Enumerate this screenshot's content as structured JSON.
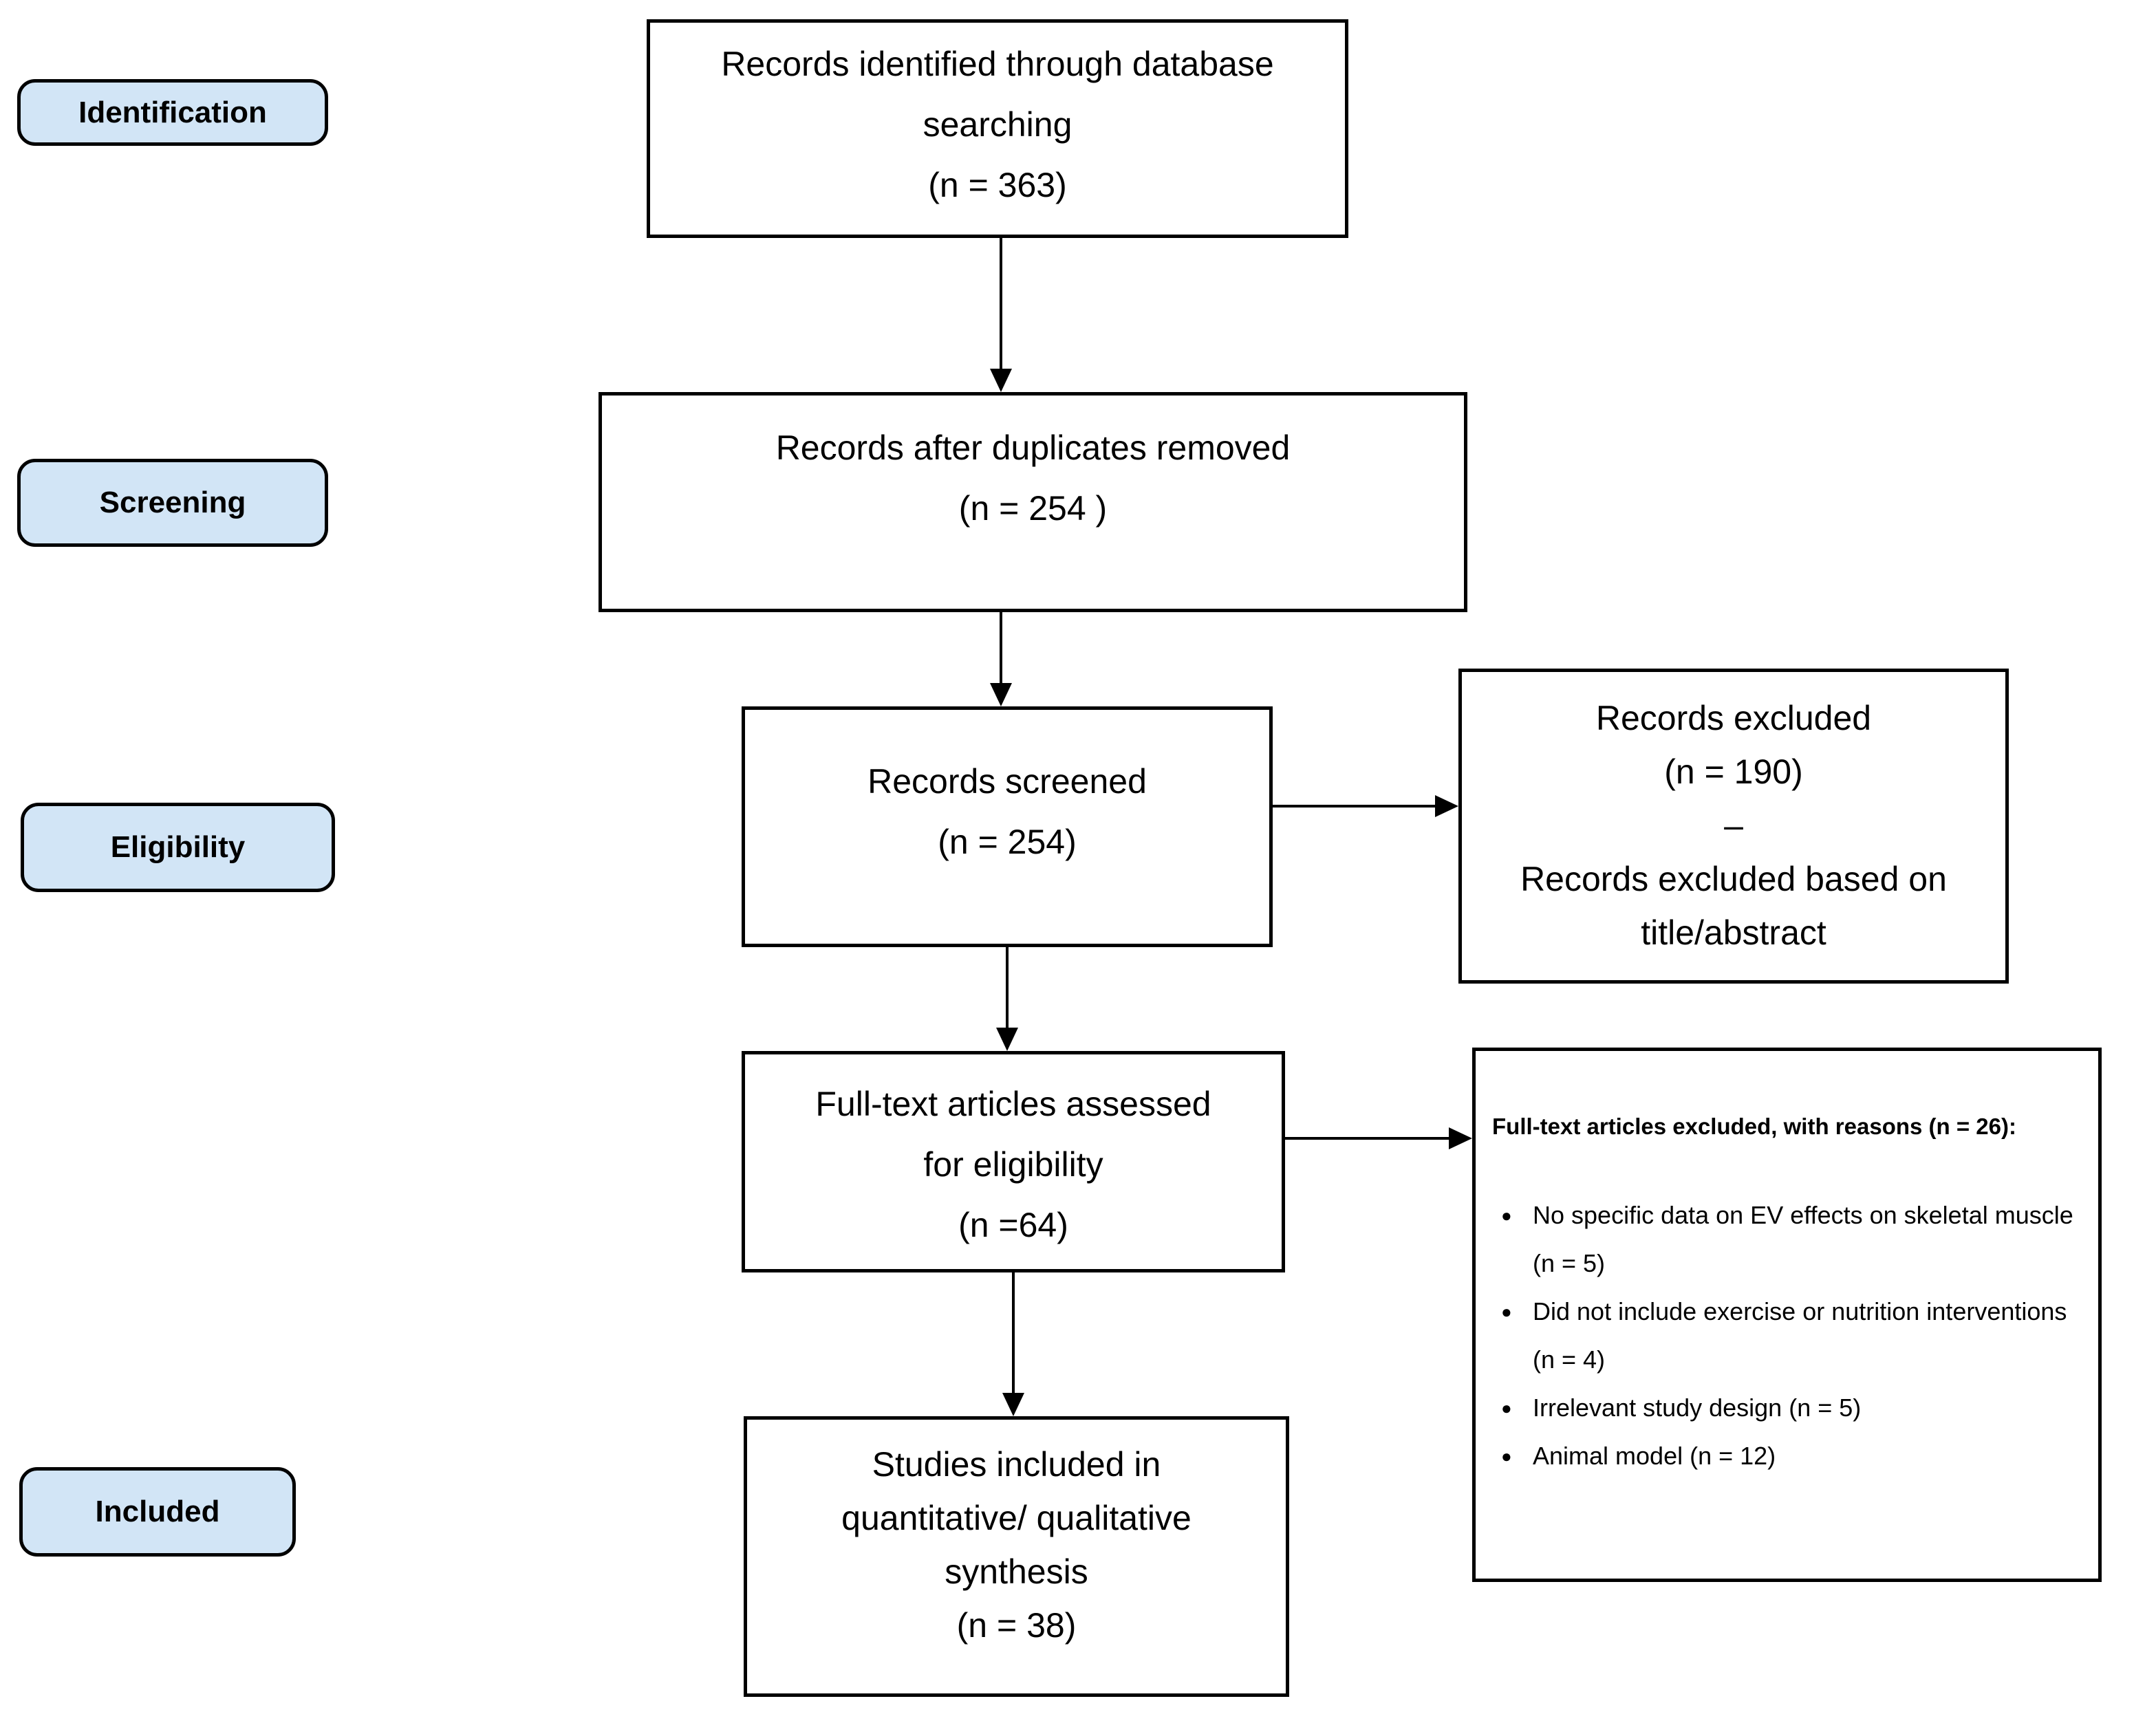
{
  "stages": [
    {
      "label": "Identification"
    },
    {
      "label": "Screening"
    },
    {
      "label": "Eligibility"
    },
    {
      "label": "Included"
    }
  ],
  "flow_boxes": [
    {
      "name": "records-identified",
      "lines": [
        "Records identified through database",
        "searching",
        "(n = 363)"
      ]
    },
    {
      "name": "records-after-duplicates",
      "lines": [
        "Records after duplicates removed",
        "(n = 254 )"
      ]
    },
    {
      "name": "records-screened",
      "lines": [
        "Records screened",
        "(n = 254)"
      ]
    },
    {
      "name": "fulltext-assessed",
      "lines": [
        "Full-text articles assessed",
        "for eligibility",
        "(n =64)"
      ]
    },
    {
      "name": "studies-included",
      "lines": [
        "Studies included in",
        "quantitative/ qualitative",
        "synthesis",
        "(n = 38)"
      ]
    }
  ],
  "side_boxes": [
    {
      "name": "records-excluded",
      "lines": [
        "Records excluded",
        "(n = 190)",
        "–",
        "Records excluded based on",
        "title/abstract"
      ]
    },
    {
      "name": "fulltext-excluded",
      "heading": "Full-text articles excluded, with reasons (n = 26):",
      "bullets": [
        "No specific data on EV effects on skeletal muscle (n = 5)",
        "Did not include exercise or nutrition interventions (n = 4)",
        "Irrelevant study design (n = 5)",
        "Animal model (n = 12)"
      ]
    }
  ],
  "colors": {
    "stage_fill": "#d2e5f6",
    "border": "#000000",
    "background": "#ffffff",
    "text": "#000000"
  }
}
